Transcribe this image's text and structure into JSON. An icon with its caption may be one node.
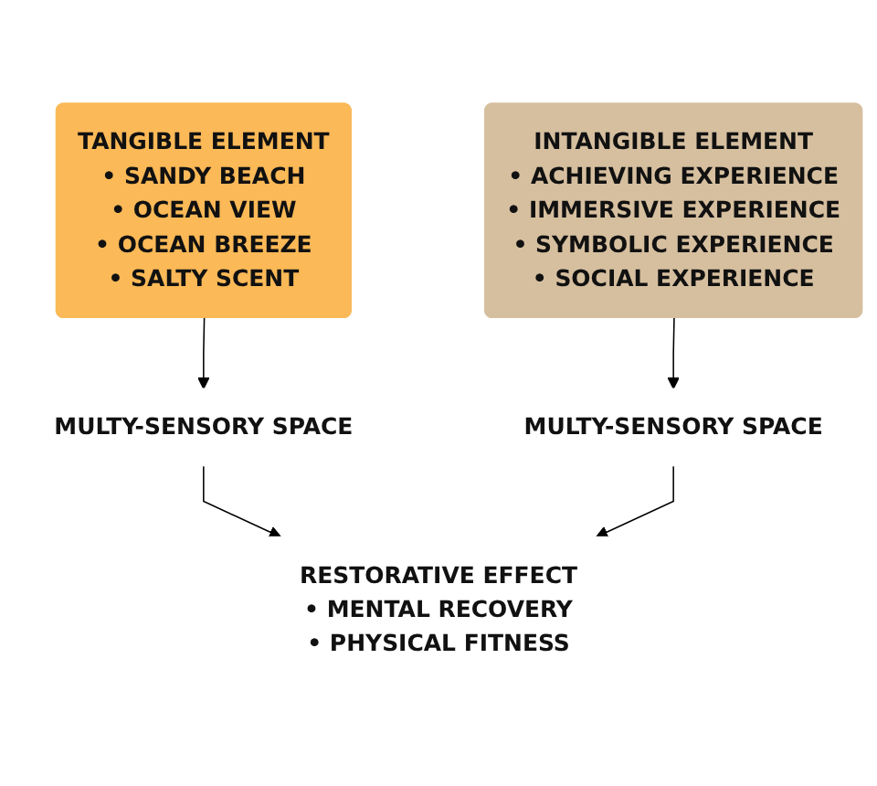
{
  "diagram": {
    "nodes": [
      {
        "text": [
          "TANGIBLE ELEMENT",
          "• SANDY BEACH",
          "• OCEAN VIEW",
          "• OCEAN BREEZE",
          "• SALTY SCENT"
        ]
      },
      {
        "text": [
          "INTANGIBLE ELEMENT",
          "• ACHIEVING EXPERIENCE",
          "• IMMERSIVE EXPERIENCE",
          "• SYMBOLIC EXPERIENCE",
          "• SOCIAL EXPERIENCE"
        ]
      },
      {
        "text": [
          "MULTY-SENSORY SPACE"
        ]
      },
      {
        "text": [
          "MULTY-SENSORY SPACE"
        ]
      },
      {
        "text": [
          "RESTORATIVE EFFECT",
          "• MENTAL RECOVERY",
          "• PHYSICAL FITNESS"
        ]
      }
    ],
    "edges": [
      {
        "from": 0,
        "to": 2,
        "arrow": "to"
      },
      {
        "from": 1,
        "to": 3,
        "arrow": "to"
      },
      {
        "from": 2,
        "to": 4,
        "arrow": "to"
      },
      {
        "from": 3,
        "to": 4,
        "arrow": "to"
      }
    ]
  }
}
